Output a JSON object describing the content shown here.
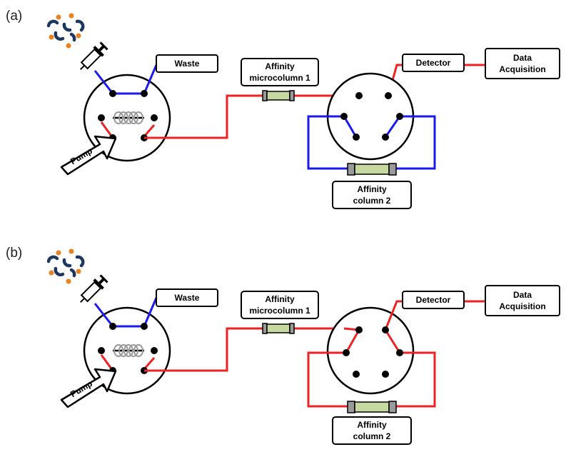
{
  "colors": {
    "load_line": "#1a1aee",
    "flow_line": "#ee2222",
    "column_fill": "#c6d9a0",
    "column_cap": "#9a9a9a",
    "dot": "#000000",
    "sample_orange": "#e8811e",
    "sample_navy": "#1d3761"
  },
  "panels": [
    {
      "label": "(a)",
      "waste_label": "Waste",
      "microcolumn_label_line1": "Affinity",
      "microcolumn_label_line2": "microcolumn 1",
      "detector_label": "Detector",
      "data_label_line1": "Data",
      "data_label_line2": "Acquisition",
      "column2_label_line1": "Affinity",
      "column2_label_line2": "column 2",
      "pump_label": "Pump",
      "column2_loop_state": "inject"
    },
    {
      "label": "(b)",
      "waste_label": "Waste",
      "microcolumn_label_line1": "Affinity",
      "microcolumn_label_line2": "microcolumn 1",
      "detector_label": "Detector",
      "data_label_line1": "Data",
      "data_label_line2": "Acquisition",
      "column2_label_line1": "Affinity",
      "column2_label_line2": "column 2",
      "pump_label": "Pump",
      "column2_loop_state": "in-line"
    }
  ]
}
